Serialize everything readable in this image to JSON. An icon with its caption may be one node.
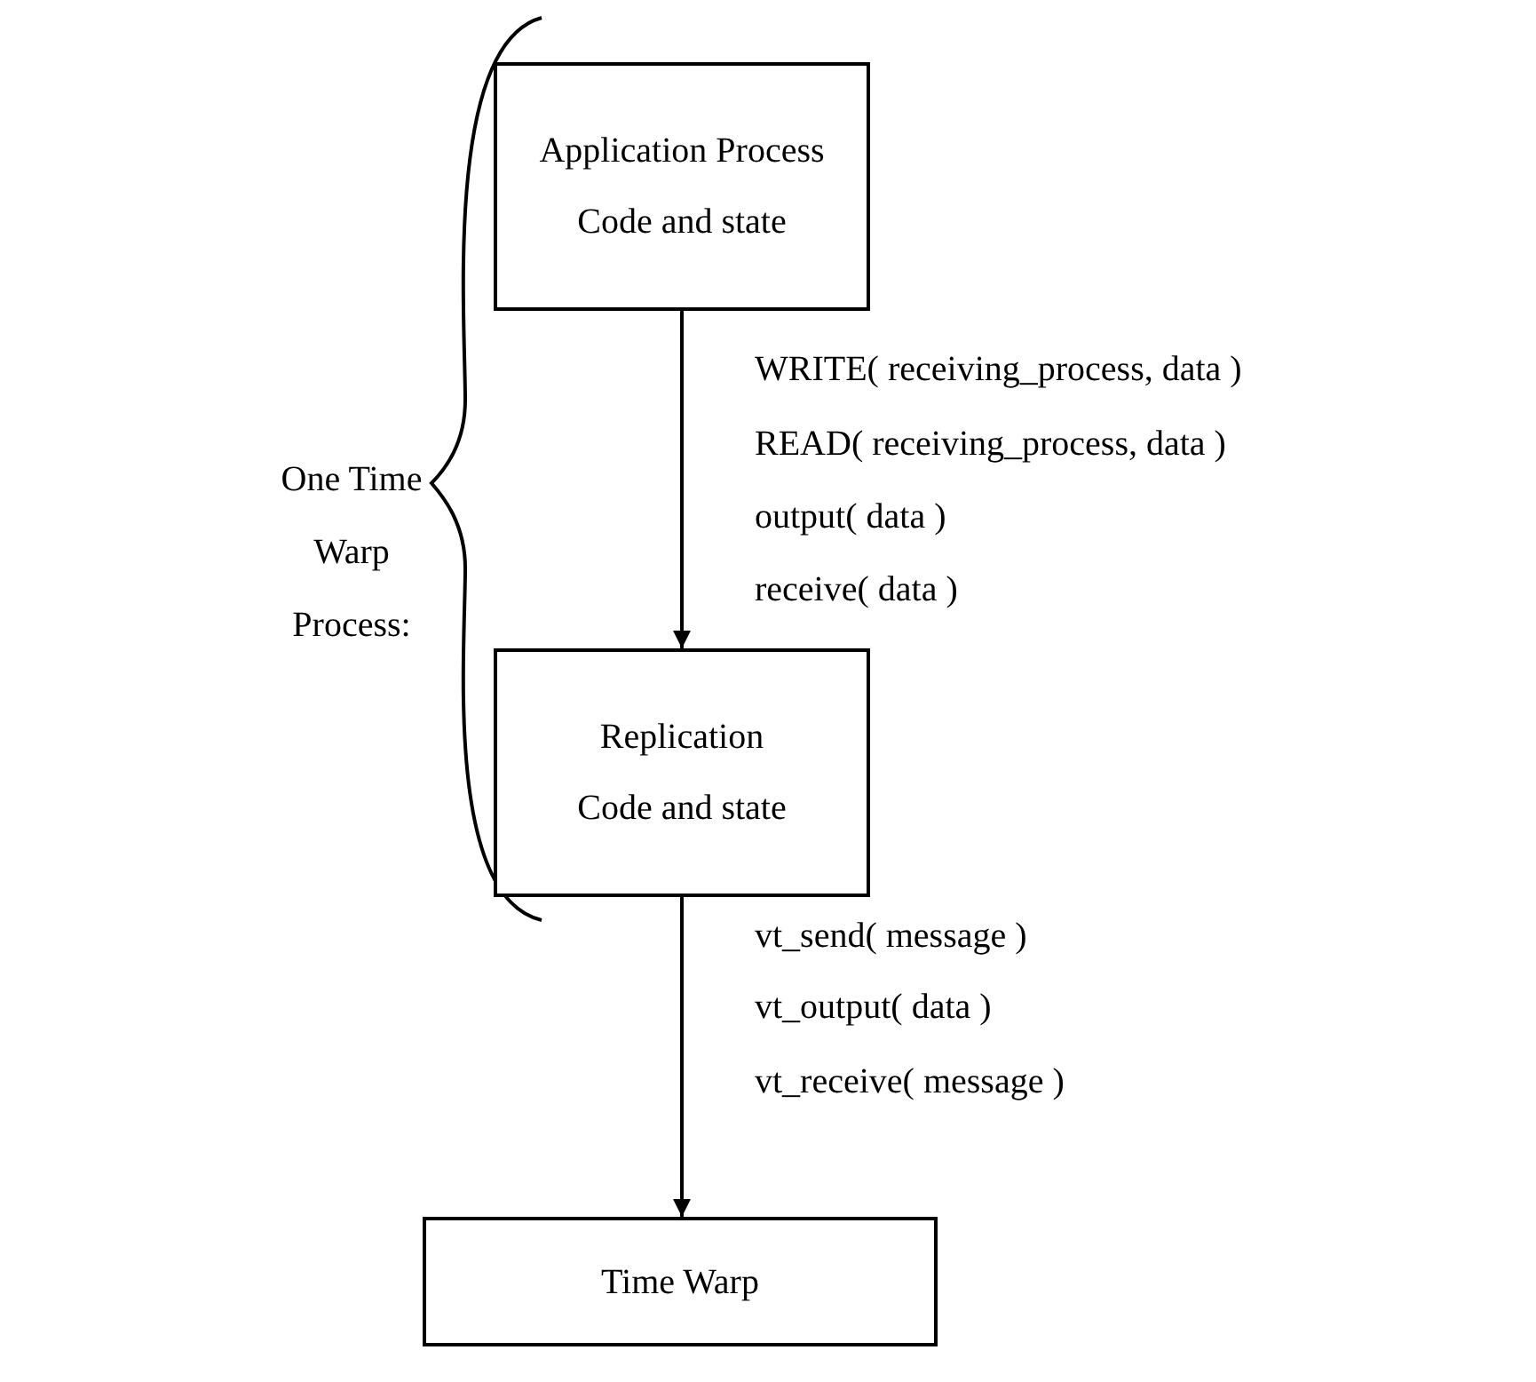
{
  "diagram": {
    "nodes": [
      {
        "text": [
          "Application Process",
          "Code and state"
        ]
      },
      {
        "text": [
          "Replication",
          "Code and state"
        ]
      },
      {
        "text": [
          "Time Warp"
        ]
      }
    ],
    "edges": [
      {
        "from": 0,
        "to": 1,
        "arrow": "to"
      },
      {
        "from": 1,
        "to": 2,
        "arrow": "to"
      }
    ],
    "labels": [
      "One Time Warp Process:",
      "WRITE( receiving_process, data )",
      "READ( receiving_process, data )",
      "output( data )",
      "receive( data )",
      "vt_send( message )",
      "vt_output( data )",
      "vt_receive( message )"
    ]
  }
}
